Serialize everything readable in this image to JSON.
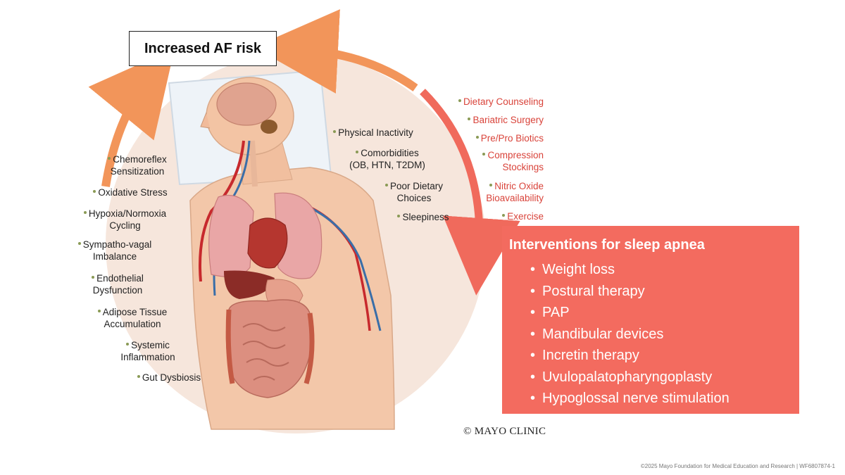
{
  "title": "Increased AF risk",
  "left_factors": [
    {
      "lines": [
        "Chemoreflex",
        "Sensitization"
      ]
    },
    {
      "lines": [
        "Oxidative Stress"
      ]
    },
    {
      "lines": [
        "Hypoxia/Normoxia",
        "Cycling"
      ]
    },
    {
      "lines": [
        "Sympatho-vagal",
        "Imbalance"
      ]
    },
    {
      "lines": [
        "Endothelial",
        "Dysfunction"
      ]
    },
    {
      "lines": [
        "Adipose Tissue",
        "Accumulation"
      ]
    },
    {
      "lines": [
        "Systemic",
        "Inflammation"
      ]
    },
    {
      "lines": [
        "Gut Dysbiosis"
      ]
    }
  ],
  "inner_factors": [
    {
      "lines": [
        "Physical Inactivity"
      ]
    },
    {
      "lines": [
        "Comorbidities",
        "(OB, HTN, T2DM)"
      ]
    },
    {
      "lines": [
        "Poor Dietary",
        "Choices"
      ]
    },
    {
      "lines": [
        "Sleepiness"
      ]
    }
  ],
  "lifestyle_interventions": [
    {
      "lines": [
        "Dietary Counseling"
      ]
    },
    {
      "lines": [
        "Bariatric Surgery"
      ]
    },
    {
      "lines": [
        "Pre/Pro Biotics"
      ]
    },
    {
      "lines": [
        "Compression",
        "Stockings"
      ]
    },
    {
      "lines": [
        "Nitric Oxide",
        "Bioavailability"
      ]
    },
    {
      "lines": [
        "Exercise"
      ]
    }
  ],
  "interventions": {
    "title": "Interventions for sleep apnea",
    "items": [
      "Weight loss",
      "Postural therapy",
      "PAP",
      "Mandibular devices",
      "Incretin therapy",
      "Uvulopalatopharyngoplasty",
      "Hypoglossal nerve stimulation"
    ]
  },
  "copyright": "© MAYO CLINIC",
  "footer": "©2025 Mayo Foundation for Medical Education and Research  |  WF6807874-1",
  "colors": {
    "circle": "#f6e6dc",
    "arrow_orange": "#f2955a",
    "arrow_red": "#f06a5c",
    "box_red": "#f36b5f",
    "text_red": "#d9433a",
    "bullet_green": "#8a9a55"
  }
}
